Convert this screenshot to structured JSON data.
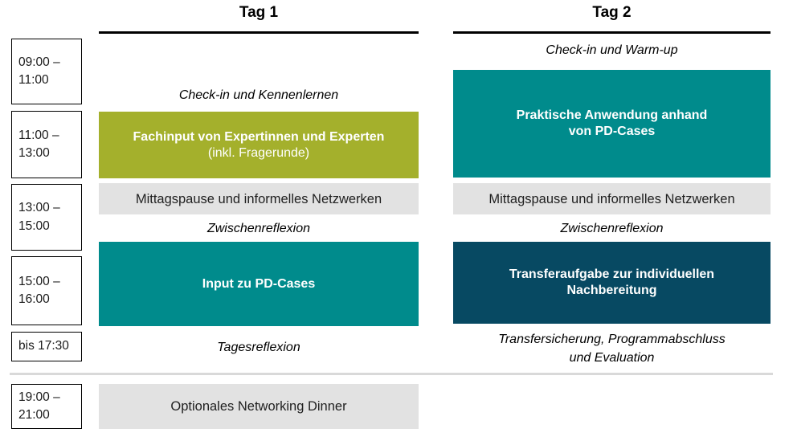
{
  "palette": {
    "accent_olive": "#a4b02c",
    "accent_teal": "#008b8c",
    "accent_petrol": "#074962",
    "block_gray": "#e2e2e2",
    "divider_gray": "#d9d9d9",
    "text_white": "#ffffff"
  },
  "time_slots": [
    {
      "line1": "09:00 –",
      "line2": "11:00"
    },
    {
      "line1": "11:00 –",
      "line2": "13:00"
    },
    {
      "line1": "13:00 –",
      "line2": "15:00"
    },
    {
      "line1": "15:00 –",
      "line2": "16:00"
    },
    {
      "line1": "bis 17:30"
    },
    {
      "line1": "19:00 –",
      "line2": "21:00"
    }
  ],
  "day1": {
    "title": "Tag 1",
    "checkin_note": "Check-in und Kennenlernen",
    "expert_input": {
      "line1": "Fachinput von Expertinnen und Experten",
      "line2": "(inkl. Fragerunde)"
    },
    "lunch": "Mittagspause und informelles Netzwerken",
    "midday_reflection": "Zwischenreflexion",
    "pd_cases_input": "Input zu PD-Cases",
    "day_reflection": "Tagesreflexion",
    "dinner": "Optionales Networking Dinner"
  },
  "day2": {
    "title": "Tag 2",
    "checkin_note": "Check-in und Warm-up",
    "practical_application": {
      "line1": "Praktische Anwendung anhand",
      "line2": "von PD-Cases"
    },
    "lunch": "Mittagspause und informelles Netzwerken",
    "midday_reflection": "Zwischenreflexion",
    "transfer_task": {
      "line1": "Transferaufgabe zur individuellen",
      "line2": "Nachbereitung"
    },
    "closing_note": {
      "line1": "Transfersicherung, Programmabschluss",
      "line2": "und Evaluation"
    }
  }
}
